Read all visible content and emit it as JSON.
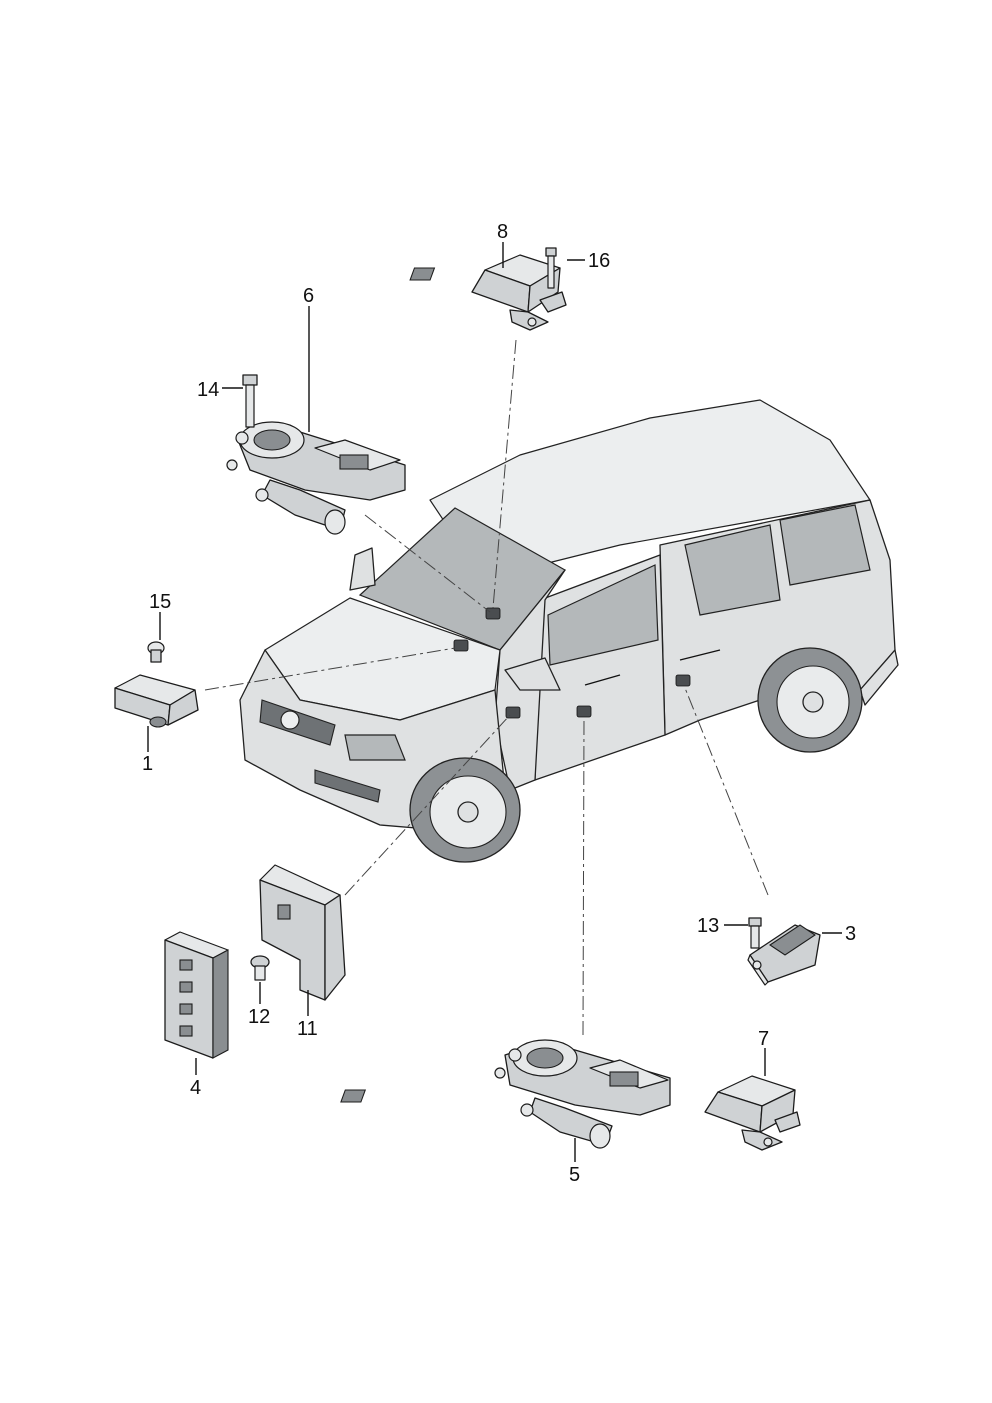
{
  "callouts": {
    "c1": "1",
    "c3": "3",
    "c4": "4",
    "c5": "5",
    "c6": "6",
    "c7": "7",
    "c8": "8",
    "c11": "11",
    "c12": "12",
    "c13": "13",
    "c14": "14",
    "c15": "15",
    "c16": "16"
  },
  "colors": {
    "line": "#111111",
    "part_fill": "#cfd2d4",
    "glass": "#b4b8ba"
  }
}
